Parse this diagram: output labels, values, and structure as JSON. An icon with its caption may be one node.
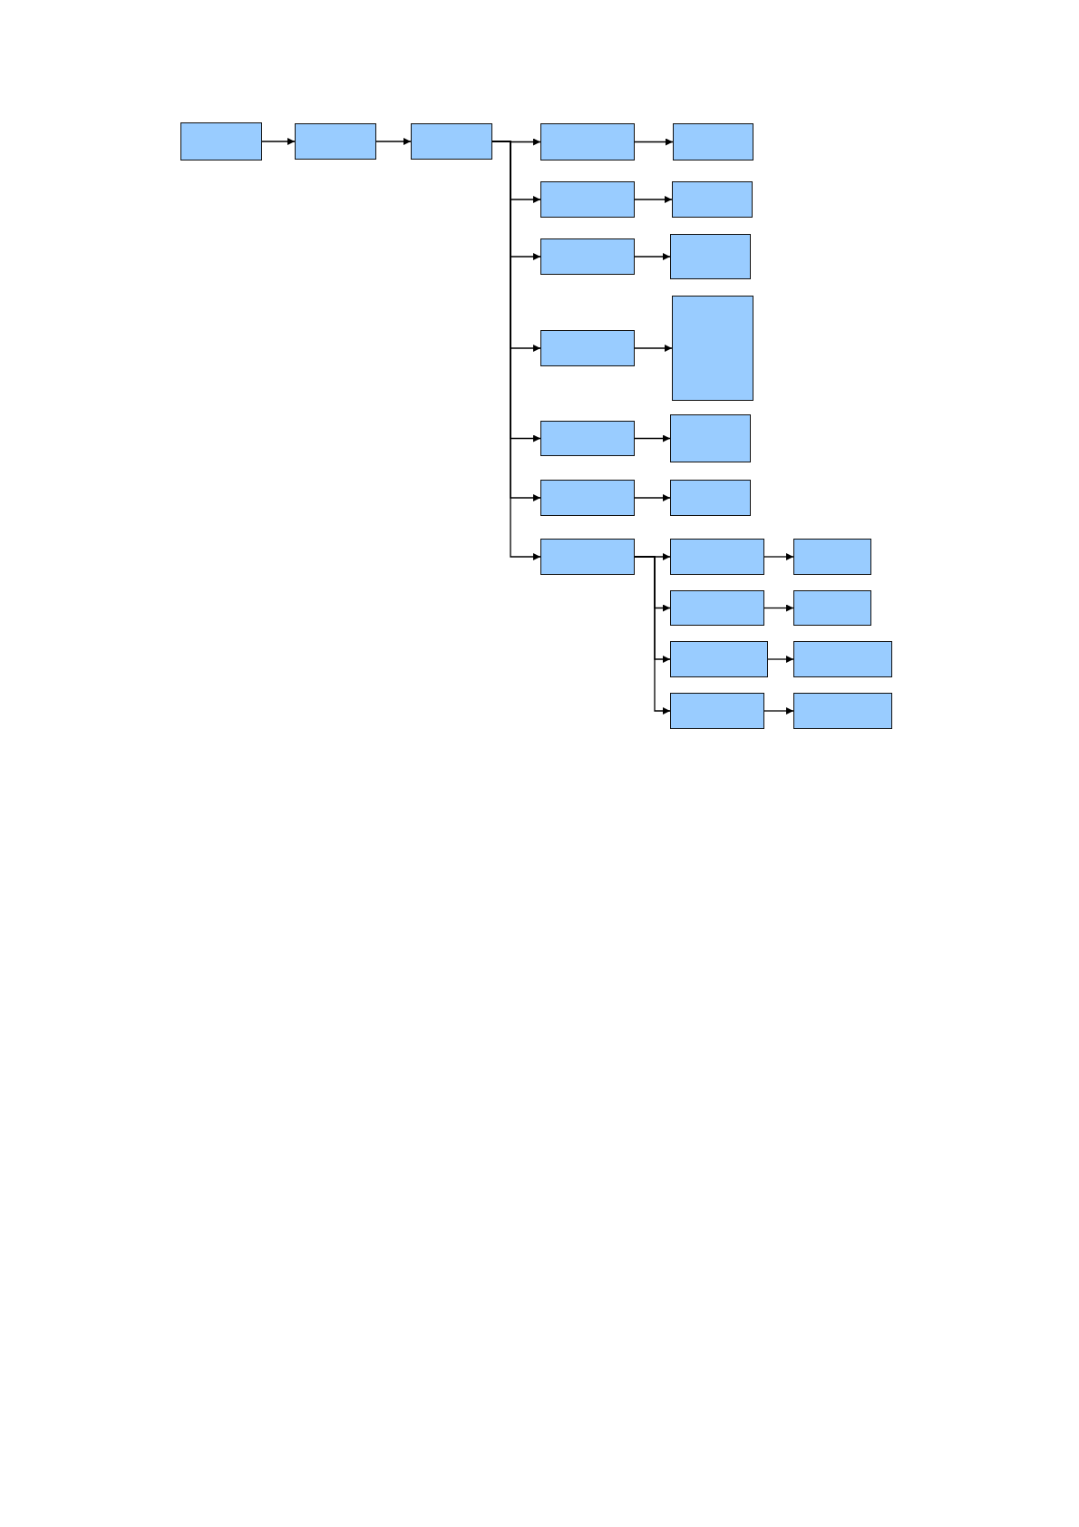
{
  "diagram": {
    "nodes": [
      {
        "text": [],
        "shape": "box"
      },
      {
        "text": [],
        "shape": "box"
      },
      {
        "text": [],
        "shape": "box"
      },
      {
        "text": [],
        "shape": "box"
      },
      {
        "text": [],
        "shape": "box"
      },
      {
        "text": [],
        "shape": "box"
      },
      {
        "text": [],
        "shape": "box"
      },
      {
        "text": [],
        "shape": "box"
      },
      {
        "text": [],
        "shape": "box"
      },
      {
        "text": [],
        "shape": "box"
      },
      {
        "text": [],
        "shape": "box"
      },
      {
        "text": [],
        "shape": "box"
      },
      {
        "text": [],
        "shape": "box"
      },
      {
        "text": [],
        "shape": "box"
      },
      {
        "text": [],
        "shape": "box"
      },
      {
        "text": [],
        "shape": "box"
      },
      {
        "text": [],
        "shape": "box"
      },
      {
        "text": [],
        "shape": "box"
      },
      {
        "text": [],
        "shape": "box"
      },
      {
        "text": [],
        "shape": "box"
      },
      {
        "text": [],
        "shape": "box"
      },
      {
        "text": [],
        "shape": "box"
      },
      {
        "text": [],
        "shape": "box"
      },
      {
        "text": [],
        "shape": "box"
      }
    ],
    "edges": [
      {
        "from": 0,
        "to": 1,
        "arrow": "to"
      },
      {
        "from": 1,
        "to": 2,
        "arrow": "to"
      },
      {
        "from": 2,
        "to": 3,
        "arrow": "to"
      },
      {
        "from": 2,
        "to": 5,
        "arrow": "to"
      },
      {
        "from": 2,
        "to": 7,
        "arrow": "to"
      },
      {
        "from": 2,
        "to": 9,
        "arrow": "to"
      },
      {
        "from": 2,
        "to": 11,
        "arrow": "to"
      },
      {
        "from": 2,
        "to": 13,
        "arrow": "to"
      },
      {
        "from": 2,
        "to": 15,
        "arrow": "to"
      },
      {
        "from": 3,
        "to": 4,
        "arrow": "to"
      },
      {
        "from": 5,
        "to": 6,
        "arrow": "to"
      },
      {
        "from": 7,
        "to": 8,
        "arrow": "to"
      },
      {
        "from": 9,
        "to": 10,
        "arrow": "to"
      },
      {
        "from": 11,
        "to": 12,
        "arrow": "to"
      },
      {
        "from": 13,
        "to": 14,
        "arrow": "to"
      },
      {
        "from": 15,
        "to": 16,
        "arrow": "to"
      },
      {
        "from": 15,
        "to": 18,
        "arrow": "to"
      },
      {
        "from": 15,
        "to": 20,
        "arrow": "to"
      },
      {
        "from": 15,
        "to": 22,
        "arrow": "to"
      },
      {
        "from": 16,
        "to": 17,
        "arrow": "to"
      },
      {
        "from": 18,
        "to": 19,
        "arrow": "to"
      },
      {
        "from": 20,
        "to": 21,
        "arrow": "to"
      },
      {
        "from": 22,
        "to": 23,
        "arrow": "to"
      }
    ]
  }
}
